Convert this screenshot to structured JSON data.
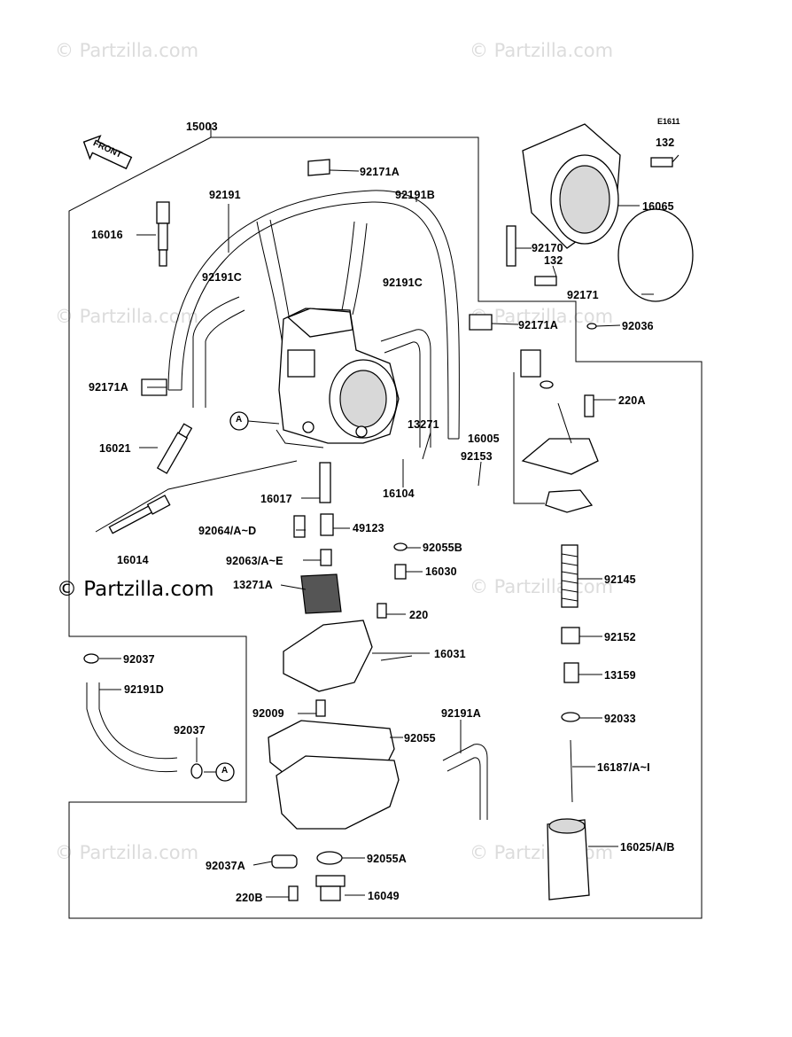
{
  "diagram_code": "E1611",
  "front_label": "FRONT",
  "callout_marker": "A",
  "watermarks": [
    "© Partzilla.com",
    "© Partzilla.com",
    "© Partzilla.com",
    "© Partzilla.com",
    "© Partzilla.com",
    "© Partzilla.com",
    "© Partzilla.com",
    "© Partzilla.com"
  ],
  "watermark_strong": "© Partzilla.com",
  "parts": {
    "p15003": "15003",
    "p92171A_top": "92171A",
    "p92191": "92191",
    "p92191B": "92191B",
    "p16016": "16016",
    "p92191C_left": "92191C",
    "p92191C_right": "92191C",
    "p92171A_left": "92171A",
    "p92171A_mid": "92171A",
    "p16021": "16021",
    "p13271": "13271",
    "p92153": "92153",
    "p16104": "16104",
    "p16017": "16017",
    "p16014": "16014",
    "p92064": "92064/A~D",
    "p49123": "49123",
    "p92055B": "92055B",
    "p92063": "92063/A~E",
    "p16030": "16030",
    "p13271A": "13271A",
    "p220": "220",
    "p16031": "16031",
    "p92009": "92009",
    "p92055": "92055",
    "p92191A": "92191A",
    "p92037_top": "92037",
    "p92191D": "92191D",
    "p92037_mid": "92037",
    "p92037A": "92037A",
    "p92055A": "92055A",
    "p220B": "220B",
    "p16049": "16049",
    "p132_top": "132",
    "p16065": "16065",
    "p92170": "92170",
    "p132_mid": "132",
    "p92171": "92171",
    "p92036": "92036",
    "p220A": "220A",
    "p16005": "16005",
    "p92145": "92145",
    "p92152": "92152",
    "p13159": "13159",
    "p92033": "92033",
    "p16187": "16187/A~I",
    "p16025": "16025/A/B"
  }
}
